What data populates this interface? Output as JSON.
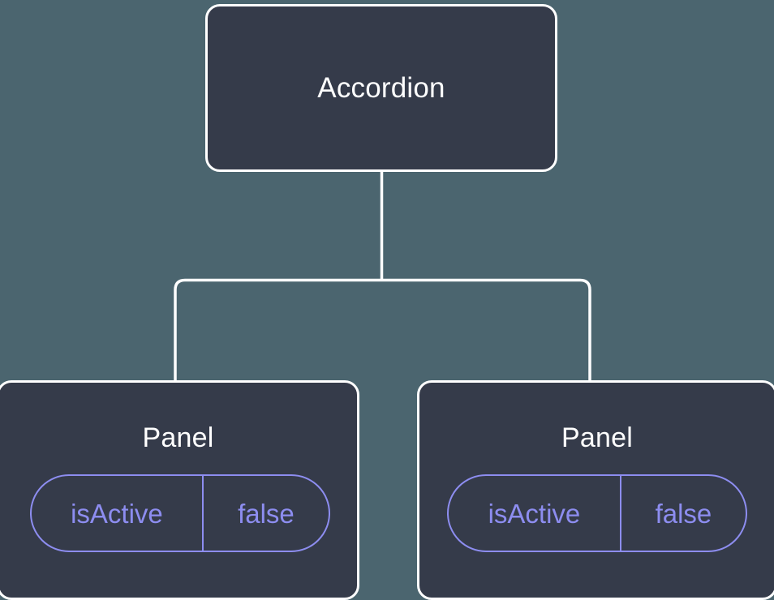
{
  "diagram": {
    "type": "component-tree",
    "background_color": "#4b656f",
    "node_fill_color": "#353b4a",
    "node_border_color": "#ffffff",
    "edge_color": "#ffffff",
    "prop_accent_color": "#8d8df0",
    "title_text_color": "#ffffff",
    "nodes": [
      {
        "id": "accordion",
        "label": "Accordion",
        "role": "root",
        "props": []
      },
      {
        "id": "panel-left",
        "label": "Panel",
        "role": "child",
        "props": [
          {
            "key": "isActive",
            "value": "false"
          }
        ]
      },
      {
        "id": "panel-right",
        "label": "Panel",
        "role": "child",
        "props": [
          {
            "key": "isActive",
            "value": "false"
          }
        ]
      }
    ],
    "edges": [
      {
        "from": "accordion",
        "to": "panel-left"
      },
      {
        "from": "accordion",
        "to": "panel-right"
      }
    ]
  }
}
